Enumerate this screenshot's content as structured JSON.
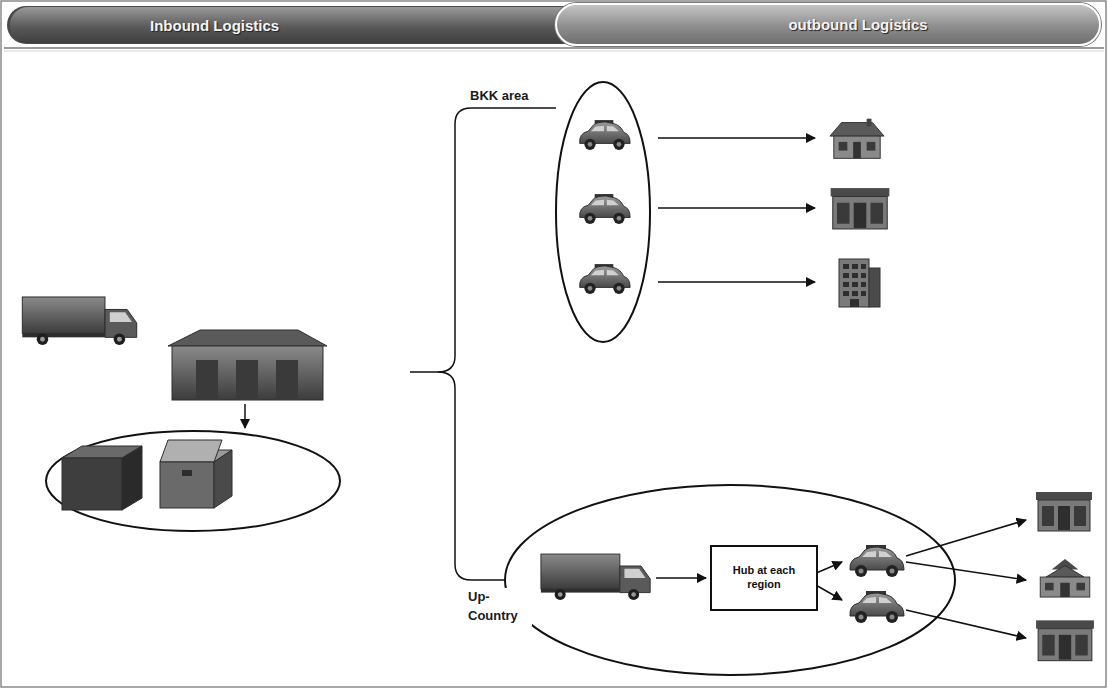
{
  "diagram": {
    "nodes": [
      {
        "text": [
          "Inbound Logistics"
        ]
      },
      {
        "text": [
          "outbound Logistics"
        ]
      },
      {
        "text": [
          "Hub at each region"
        ]
      }
    ],
    "labels": [
      "BKK area",
      "Up- Country"
    ]
  }
}
